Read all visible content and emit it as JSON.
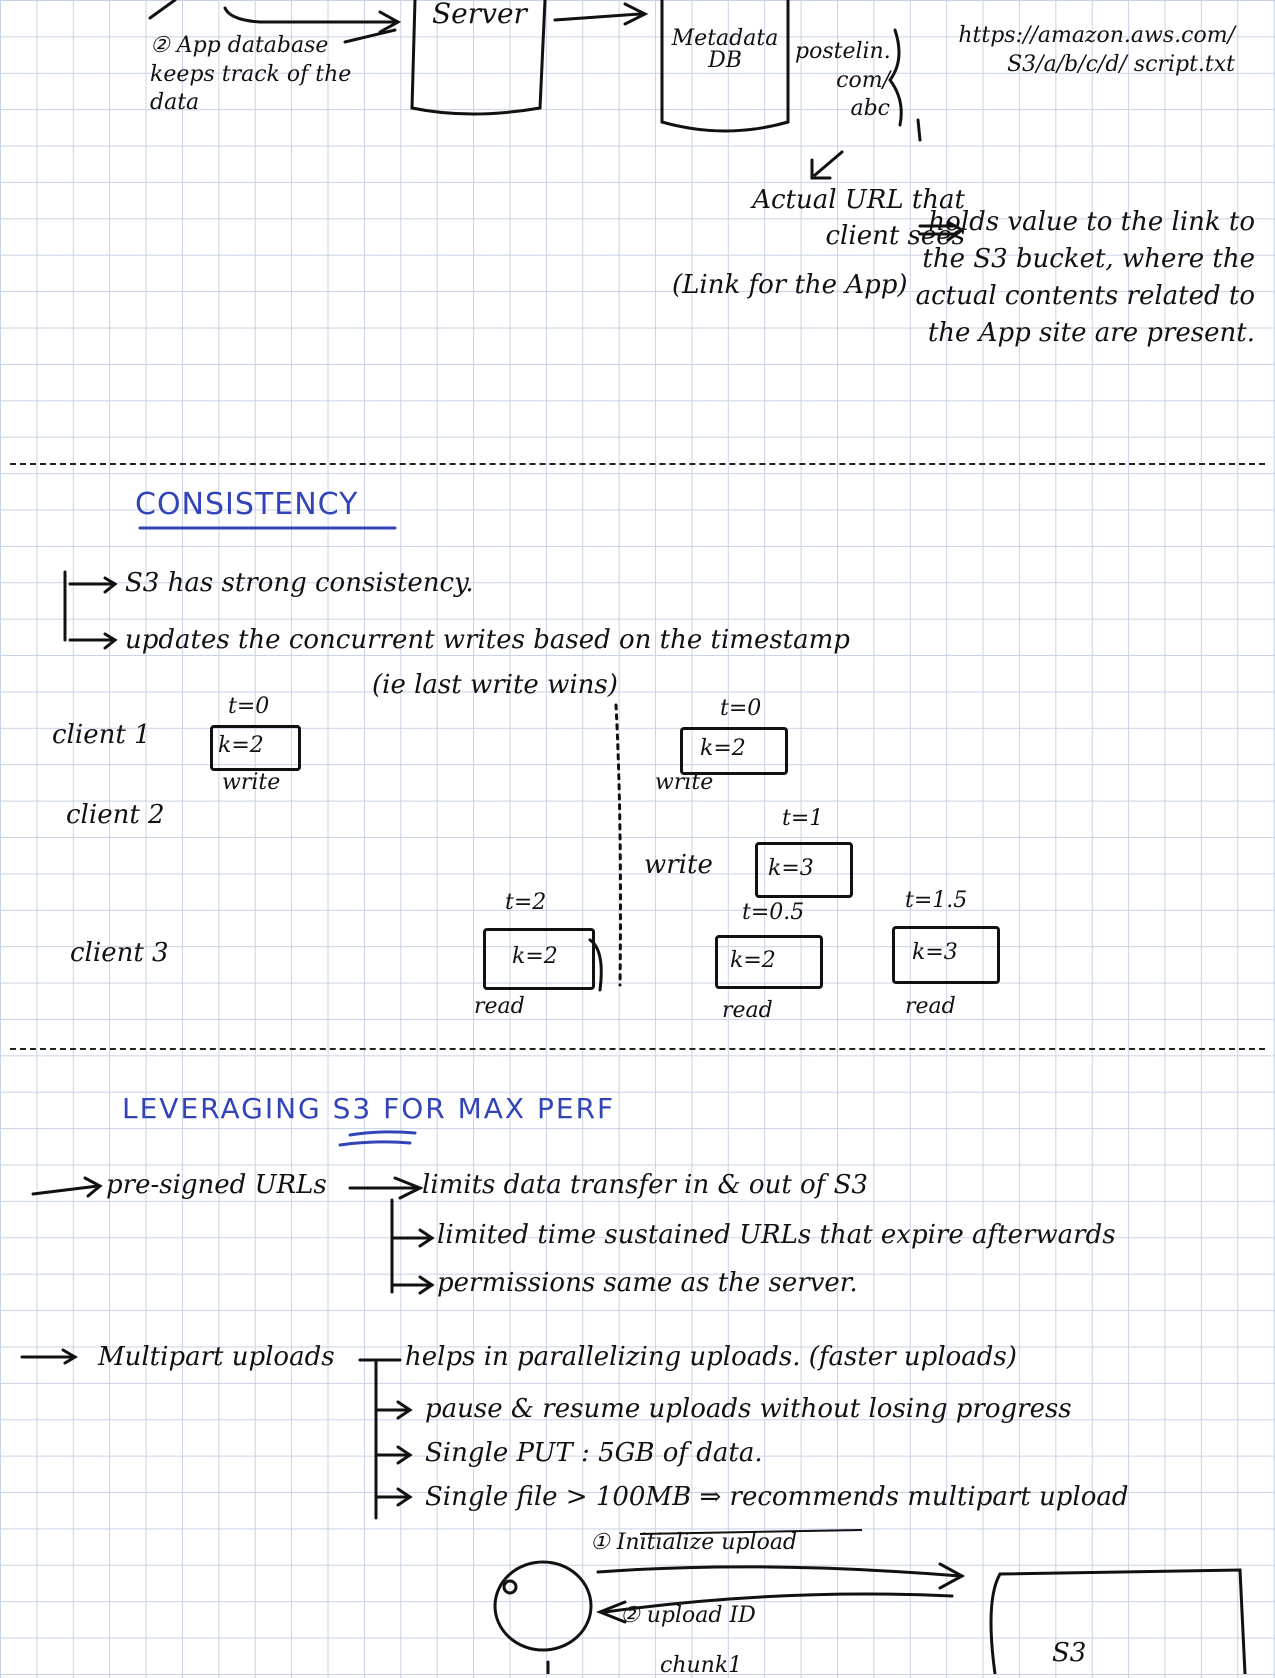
{
  "top_section": {
    "server_label": "Server",
    "metadata_db_label": "Metadata DB",
    "app_db_note": "② App database keeps track of the data",
    "postelin_note": "postelin. com/ abc",
    "s3_url": "https://amazon.aws.com/ S3/a/b/c/d/ script.txt",
    "actual_url_note": "Actual URL that client sees",
    "link_for_app": "(Link for the App)",
    "holds_value_note": "holds value to the link to the S3 bucket, where the actual contents related to the App site are present."
  },
  "consistency_section": {
    "title": "CONSISTENCY",
    "bullets": [
      "S3 has strong consistency.",
      "updates the concurrent writes based on the timestamp",
      "(ie last write wins)"
    ],
    "clients": [
      "client 1",
      "client 2",
      "client 3"
    ],
    "events": [
      {
        "time": "t=0",
        "value": "k=2",
        "op": "write"
      },
      {
        "time": "t=0",
        "value": "k=2",
        "op": "write"
      },
      {
        "time": "t=1",
        "value": "k=3",
        "op": "write"
      },
      {
        "time": "t=2",
        "value": "k=2",
        "op": "read"
      },
      {
        "time": "t=0.5",
        "value": "k=2",
        "op": "read"
      },
      {
        "time": "t=1.5",
        "value": "k=3",
        "op": "read"
      }
    ]
  },
  "perf_section": {
    "title": "LEVERAGING S3 FOR MAX PERF",
    "presigned_label": "pre-signed URLs",
    "presigned_points": [
      "limits data transfer in & out of S3",
      "limited time sustained URLs that expire afterwards",
      "permissions same as the server."
    ],
    "multipart_label": "Multipart uploads",
    "multipart_points": [
      "helps in parallelizing uploads. (faster uploads)",
      "pause & resume uploads without losing progress",
      "Single PUT : 5GB of data.",
      "Single file > 100MB ⇒ recommends multipart upload"
    ],
    "flow": {
      "step1": "① Initialize upload",
      "step2": "② upload ID",
      "step3": "chunk1",
      "target": "S3"
    }
  }
}
